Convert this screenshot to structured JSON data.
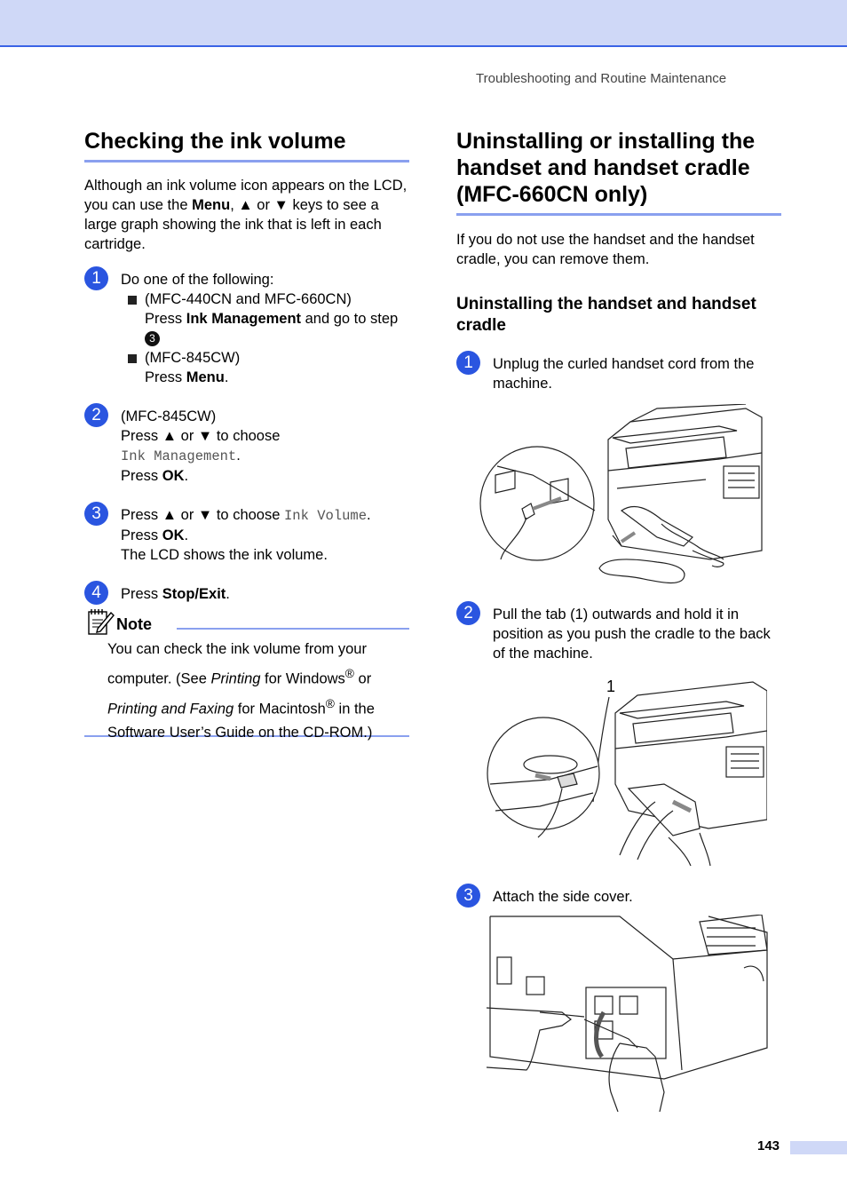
{
  "header": {
    "running_title": "Troubleshooting and Routine Maintenance"
  },
  "left": {
    "title": "Checking the ink volume",
    "intro": {
      "t1": "Although an ink volume icon appears on the LCD, you can use the ",
      "menu": "Menu",
      "t2": ", ▲ or ▼ keys to see a large graph showing the ink that is left in each cartridge."
    },
    "steps": [
      {
        "num": "1",
        "line1": "Do one of the following:",
        "b1_model": "(MFC-440CN and MFC-660CN)",
        "b1_press": "Press ",
        "b1_key": "Ink Management",
        "b1_tail": " and go to step ",
        "b1_ref": "3",
        "b2_model": "(MFC-845CW)",
        "b2_press": "Press ",
        "b2_key": "Menu",
        "b2_dot": "."
      },
      {
        "num": "2",
        "line1": "(MFC-845CW)",
        "line2": "Press ▲ or ▼ to choose",
        "lcd": "Ink Management",
        "dot": ".",
        "press": "Press ",
        "key": "OK",
        "key_dot": "."
      },
      {
        "num": "3",
        "line1": "Press ▲ or ▼ to choose ",
        "lcd": "Ink Volume",
        "dot": ".",
        "press": "Press ",
        "key": "OK",
        "key_dot": ".",
        "line3": "The LCD shows the ink volume."
      },
      {
        "num": "4",
        "press": "Press ",
        "key": "Stop/Exit",
        "key_dot": "."
      }
    ],
    "note": {
      "title": "Note",
      "t1": "You can check the ink volume from your computer. (See ",
      "i1": "Printing",
      "t2": " for Windows",
      "sup1": "®",
      "t3": " or ",
      "i2": "Printing and Faxing",
      "t4": " for Macintosh",
      "sup2": "®",
      "t5": " in the Software User’s Guide on the CD-ROM.)"
    }
  },
  "right": {
    "title": "Uninstalling or installing the handset and handset cradle (MFC-660CN only)",
    "intro": "If you do not use the handset and the handset cradle, you can remove them.",
    "subtitle": "Uninstalling the handset and handset cradle",
    "steps": [
      {
        "num": "1",
        "text": "Unplug the curled handset cord from the machine."
      },
      {
        "num": "2",
        "text": "Pull the tab (1) outwards and hold it in position as you push the cradle to the back of the machine.",
        "callout": "1"
      },
      {
        "num": "3",
        "text": "Attach the side cover."
      }
    ]
  },
  "footer": {
    "page_number": "143"
  }
}
